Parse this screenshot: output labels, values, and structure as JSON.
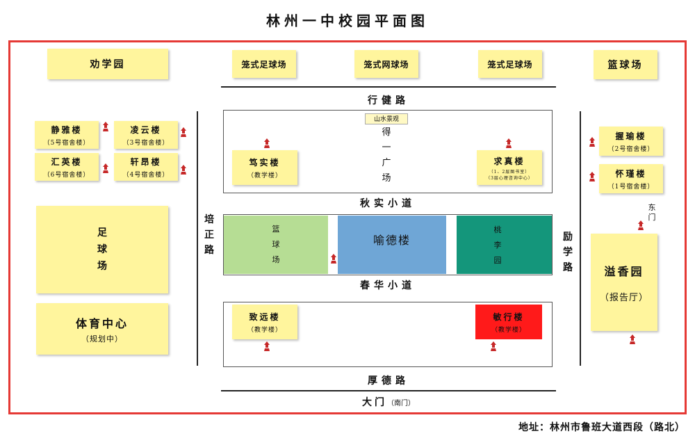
{
  "title": "林州一中校园平面图",
  "address": "地址：林州市鲁班大道西段（路北）",
  "top_row": {
    "quanxueyuan": "劝学园",
    "field_left": "笼式足球场",
    "tennis": "笼式网球场",
    "field_right": "笼式足球场",
    "basketball": "篮球场"
  },
  "roads": {
    "xingjian": "行健路",
    "qiushi": "秋实小道",
    "chunhua": "春华小道",
    "houde": "厚德路",
    "peizheng": "培正路",
    "lixue": "励学路"
  },
  "gate": {
    "label": "大门",
    "note": "（南门）"
  },
  "east_gate": "东门",
  "dorms_left": [
    {
      "name": "静雅楼",
      "sub": "（5号宿舍楼）"
    },
    {
      "name": "凌云楼",
      "sub": "（3号宿舍楼）"
    },
    {
      "name": "汇英楼",
      "sub": "（6号宿舍楼）"
    },
    {
      "name": "轩昂楼",
      "sub": "（4号宿舍楼）"
    }
  ],
  "dorms_right": [
    {
      "name": "握瑜楼",
      "sub": "（2号宿舍楼）"
    },
    {
      "name": "怀瑾楼",
      "sub": "（1号宿舍楼）"
    }
  ],
  "football_field": "足球场",
  "sports_center": {
    "name": "体育中心",
    "sub": "（规划中）"
  },
  "yixiangyuan": {
    "name": "溢香园",
    "sub": "（报告厅）"
  },
  "campus": {
    "landscape": "山水景观",
    "square": "得一广场",
    "dushi": {
      "name": "笃实楼",
      "sub": "（教学楼）"
    },
    "qiuzhen": {
      "name": "求真楼",
      "sub1": "（1、2层图书室）",
      "sub2": "（3层心理咨询中心）"
    },
    "basketball": "篮球场",
    "yude": "喻德楼",
    "taoli": "桃李园",
    "zhiyuan": {
      "name": "致远楼",
      "sub": "（教学楼）"
    },
    "minxing": {
      "name": "敏行楼",
      "sub": "（教学楼）"
    }
  },
  "colors": {
    "frame": "#e53935",
    "building": "#fff59d",
    "basketball_area": "#b6dd94",
    "yude_area": "#6fa6d6",
    "taoli_area": "#14967b",
    "minxing_area": "#ff1a1a",
    "marker": "#c62828"
  }
}
